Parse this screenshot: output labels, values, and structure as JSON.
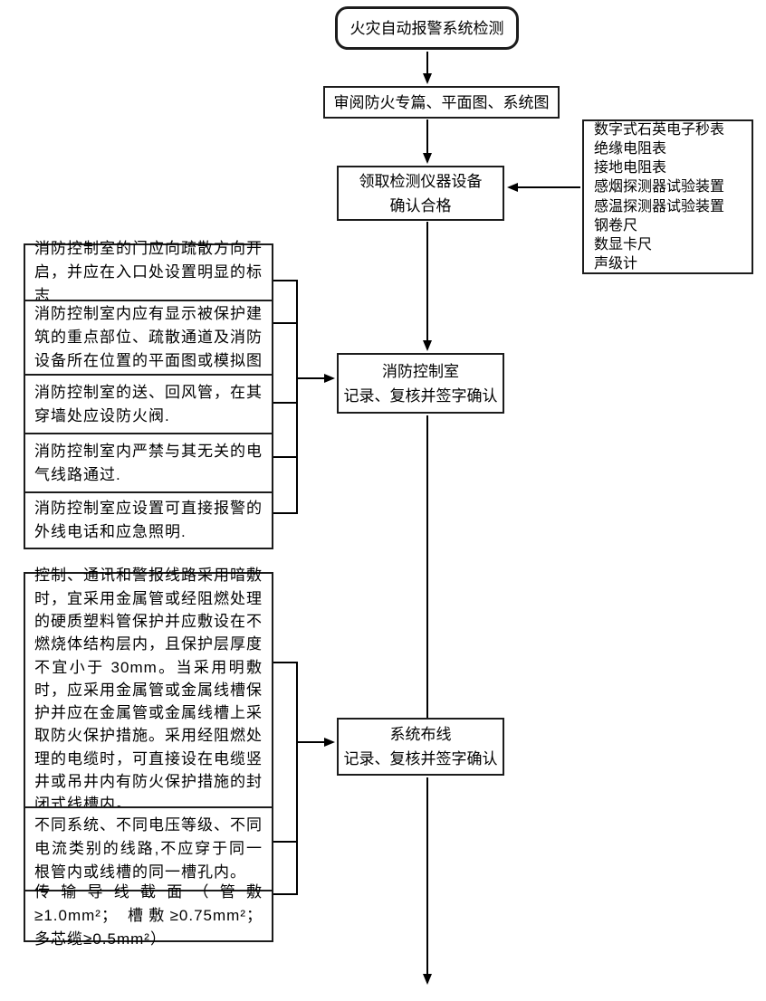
{
  "canvas": {
    "background": "#ffffff",
    "border_color": "#1c1c1c",
    "line_color": "#000000"
  },
  "nodes": {
    "start": {
      "label": "火灾自动报警系统检测"
    },
    "review": {
      "label": "审阅防火专篇、平面图、系统图"
    },
    "pickup": {
      "line1": "领取检测仪器设备",
      "line2": "确认合格"
    },
    "control_room": {
      "line1": "消防控制室",
      "line2": "记录、复核并签字确认"
    },
    "wiring": {
      "line1": "系统布线",
      "line2": "记录、复核并签字确认"
    }
  },
  "equipment_list": {
    "items": [
      "数字式石英电子秒表",
      "绝缘电阻表",
      "接地电阻表",
      "感烟探测器试验装置",
      "感温探测器试验装置",
      "钢卷尺",
      "数显卡尺",
      "声级计"
    ]
  },
  "control_room_requirements": [
    "消防控制室的门应向疏散方向开启，并应在入口处设置明显的标志",
    "消防控制室内应有显示被保护建筑的重点部位、疏散通道及消防设备所在位置的平面图或模拟图",
    "消防控制室的送、回风管，在其穿墙处应设防火阀.",
    "消防控制室内严禁与其无关的电气线路通过.",
    "消防控制室应设置可直接报警的外线电话和应急照明."
  ],
  "wiring_requirements": [
    "控制、通讯和警报线路采用暗敷时，宜采用金属管或经阻燃处理的硬质塑料管保护并应敷设在不燃烧体结构层内，且保护层厚度不宜小于 30mm。当采用明敷时，应采用金属管或金属线槽保护并应在金属管或金属线槽上采取防火保护措施。采用经阻燃处理的电缆时，可直接设在电缆竖井或吊井内有防火保护措施的封闭式线槽内。",
    "不同系统、不同电压等级、不同电流类别的线路,不应穿于同一根管内或线槽的同一槽孔内。",
    "传输导线截面（管敷≥1.0mm²； 槽敷≥0.75mm²； 多芯缆≥0.5mm²）"
  ]
}
